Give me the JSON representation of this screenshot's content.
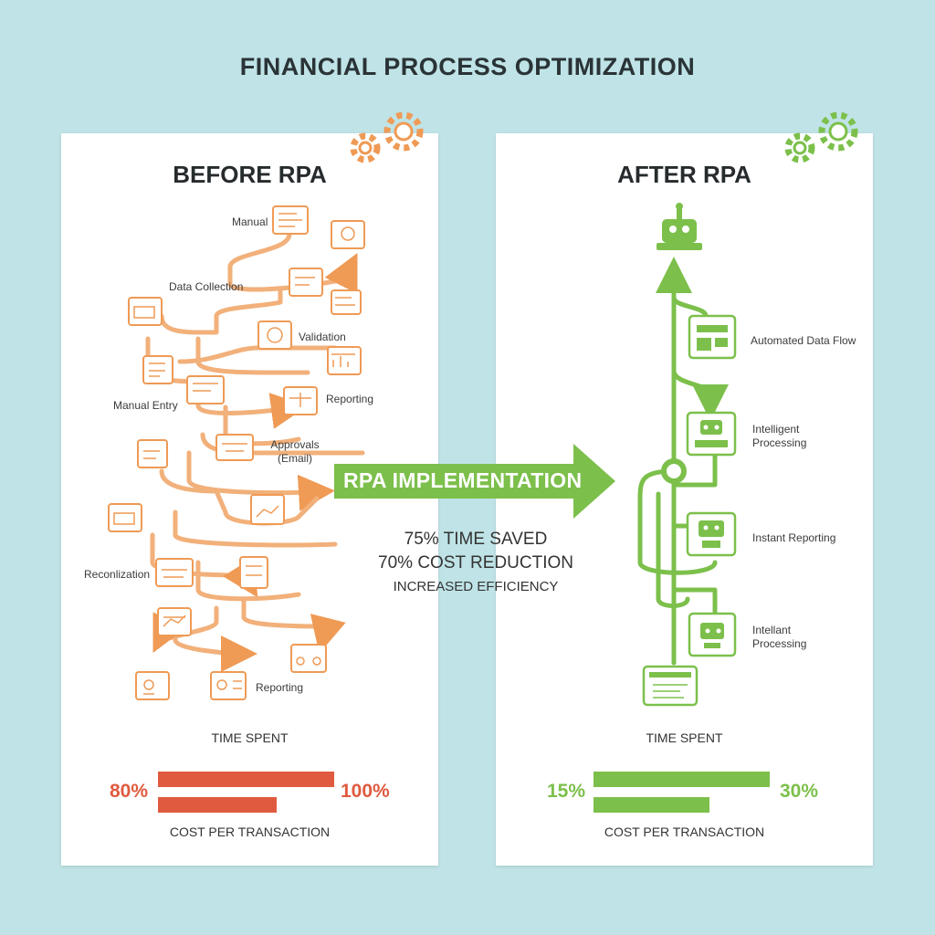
{
  "title": "FINANCIAL PROCESS OPTIMIZATION",
  "colors": {
    "background": "#bfe3e6",
    "before_accent": "#ef9a55",
    "after_accent": "#7cc04b",
    "bar_red": "#e05a3f",
    "bar_green": "#7cc04b"
  },
  "before": {
    "heading": "BEFORE RPA",
    "steps": [
      "Manual",
      "Data Collection",
      "Validation",
      "Manual Entry",
      "Reporting",
      "Approvals\n(Email)",
      "Reconlization",
      "Reporting"
    ],
    "time_label": "TIME SPENT",
    "cost_label": "COST PER TRANSACTION",
    "time_value": "80%",
    "cost_value": "100%"
  },
  "arrow_label": "RPA IMPLEMENTATION",
  "benefits": [
    "75% TIME SAVED",
    "70% COST REDUCTION",
    "INCREASED EFFICIENCY"
  ],
  "after": {
    "heading": "AFTER RPA",
    "steps": [
      "Automated Data Flow",
      "Intelligent\nProcessing",
      "Instant Reporting",
      "Intellant\nProcessing"
    ],
    "time_label": "TIME SPENT",
    "cost_label": "COST PER TRANSACTION",
    "time_value": "15%",
    "cost_value": "30%"
  }
}
